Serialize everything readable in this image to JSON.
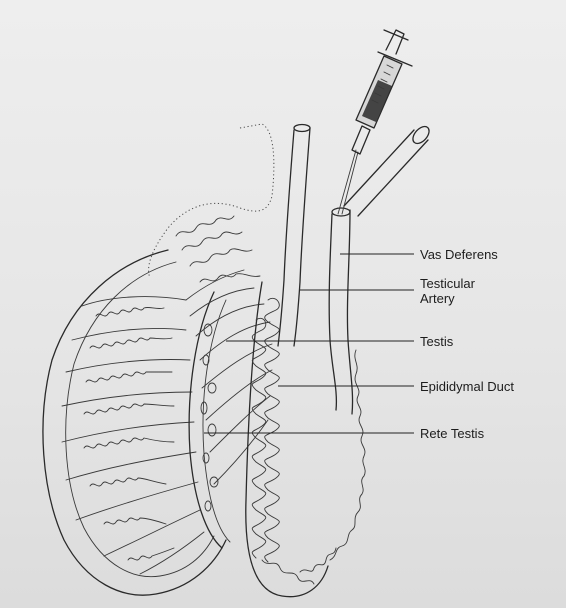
{
  "labels": [
    {
      "id": "vas-deferens",
      "text": "Vas Deferens"
    },
    {
      "id": "testicular-artery",
      "text": "Testicular\nArtery"
    },
    {
      "id": "testis",
      "text": "Testis"
    },
    {
      "id": "epididymal-duct",
      "text": "Epididymal Duct"
    },
    {
      "id": "rete-testis",
      "text": "Rete Testis"
    }
  ]
}
